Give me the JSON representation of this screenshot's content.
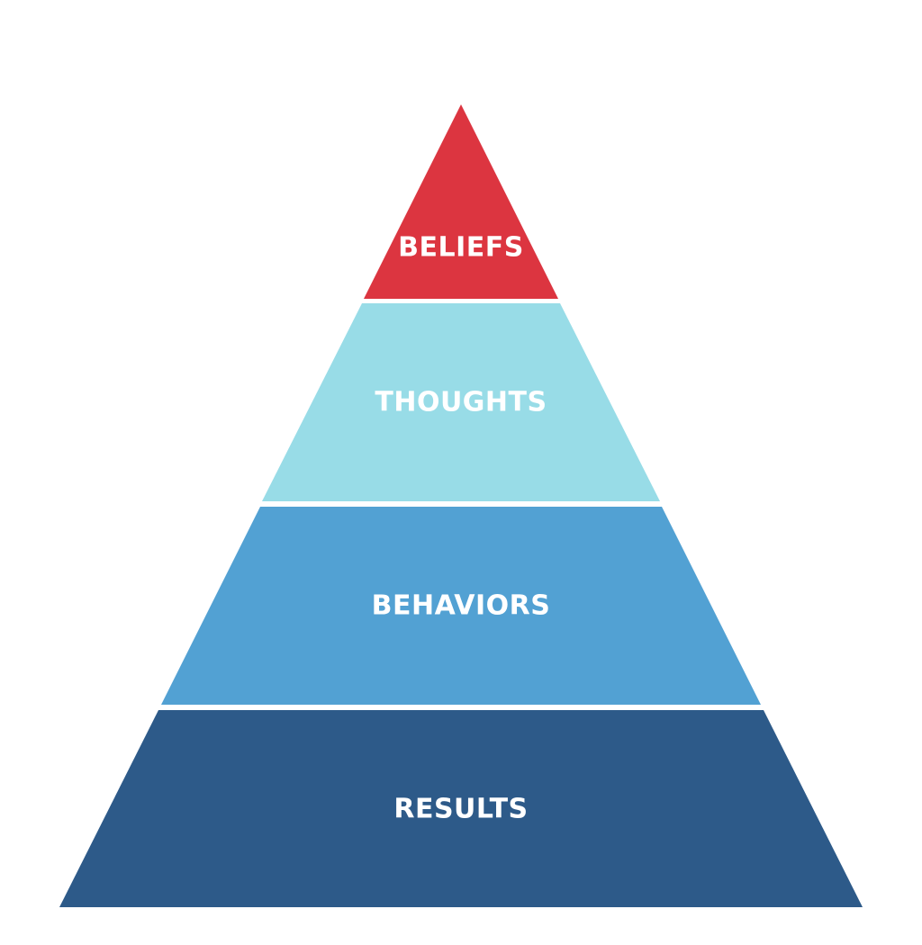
{
  "diagram": {
    "type": "pyramid",
    "tiers": [
      {
        "label": "BELIEFS",
        "color": "#dc3540"
      },
      {
        "label": "THOUGHTS",
        "color": "#98dce7"
      },
      {
        "label": "BEHAVIORS",
        "color": "#52a1d3"
      },
      {
        "label": "RESULTS",
        "color": "#2d5a89"
      }
    ]
  }
}
